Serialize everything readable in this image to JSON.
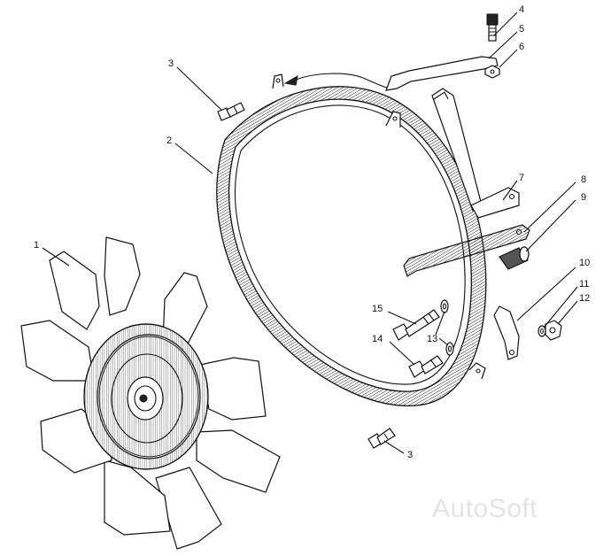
{
  "callouts": {
    "c1": "1",
    "c2": "2",
    "c3a": "3",
    "c3b": "3",
    "c4": "4",
    "c5": "5",
    "c6": "6",
    "c7": "7",
    "c8": "8",
    "c9": "9",
    "c10": "10",
    "c11": "11",
    "c12": "12",
    "c13": "13",
    "c14": "14",
    "c15": "15"
  },
  "watermark": "AutoSoft",
  "icons": {
    "fan": "fan-assembly-icon",
    "shroud": "fan-shroud-ring-icon",
    "bolt": "bolt-icon",
    "nut": "nut-icon",
    "washer": "washer-icon",
    "bracket": "bracket-icon",
    "sleeve": "spacer-sleeve-icon"
  },
  "colors": {
    "line": "#111111",
    "background": "#ffffff",
    "watermark": "#e4e4e4"
  }
}
